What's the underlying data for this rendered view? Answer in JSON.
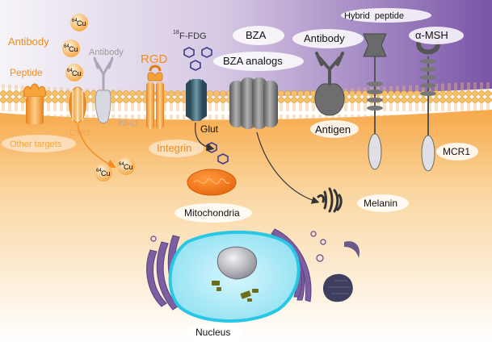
{
  "labels": {
    "antibody_left": "Antibody",
    "peptide": "Peptide",
    "antibody_gray": "Antibody",
    "rgd": "RGD",
    "fdg_sup": "18",
    "fdg": "F-FDG",
    "bza": "BZA",
    "bza_analogs": "BZA analogs",
    "antibody_right": "Antibody",
    "hybrid_peptide": "Hybrid  peptide",
    "alpha_msh": "α-MSH",
    "cu_sup": "64",
    "cu": "Cu",
    "other_targets": "Other targets",
    "ctr1": "CTR1",
    "pdl1": "PD-L1",
    "glut": "Glut",
    "integrin": "Integrin",
    "antigen": "Antigen",
    "mcr1": "MCR1",
    "mitochondria": "Mitochondria",
    "melanin": "Melanin",
    "nucleus": "Nucleus"
  },
  "colors": {
    "sky_top": "#7a55a8",
    "membrane_head": "#f3b35a",
    "cytoplasm": "#f8b55c",
    "orange_text": "#f28c1e",
    "gray_text": "#8a8a8a",
    "protein_gray": "#777777",
    "golgi_purple": "#7b5fa0",
    "nucleus_cyan": "#29c7e6",
    "mitochondria": "#f07a1a"
  }
}
